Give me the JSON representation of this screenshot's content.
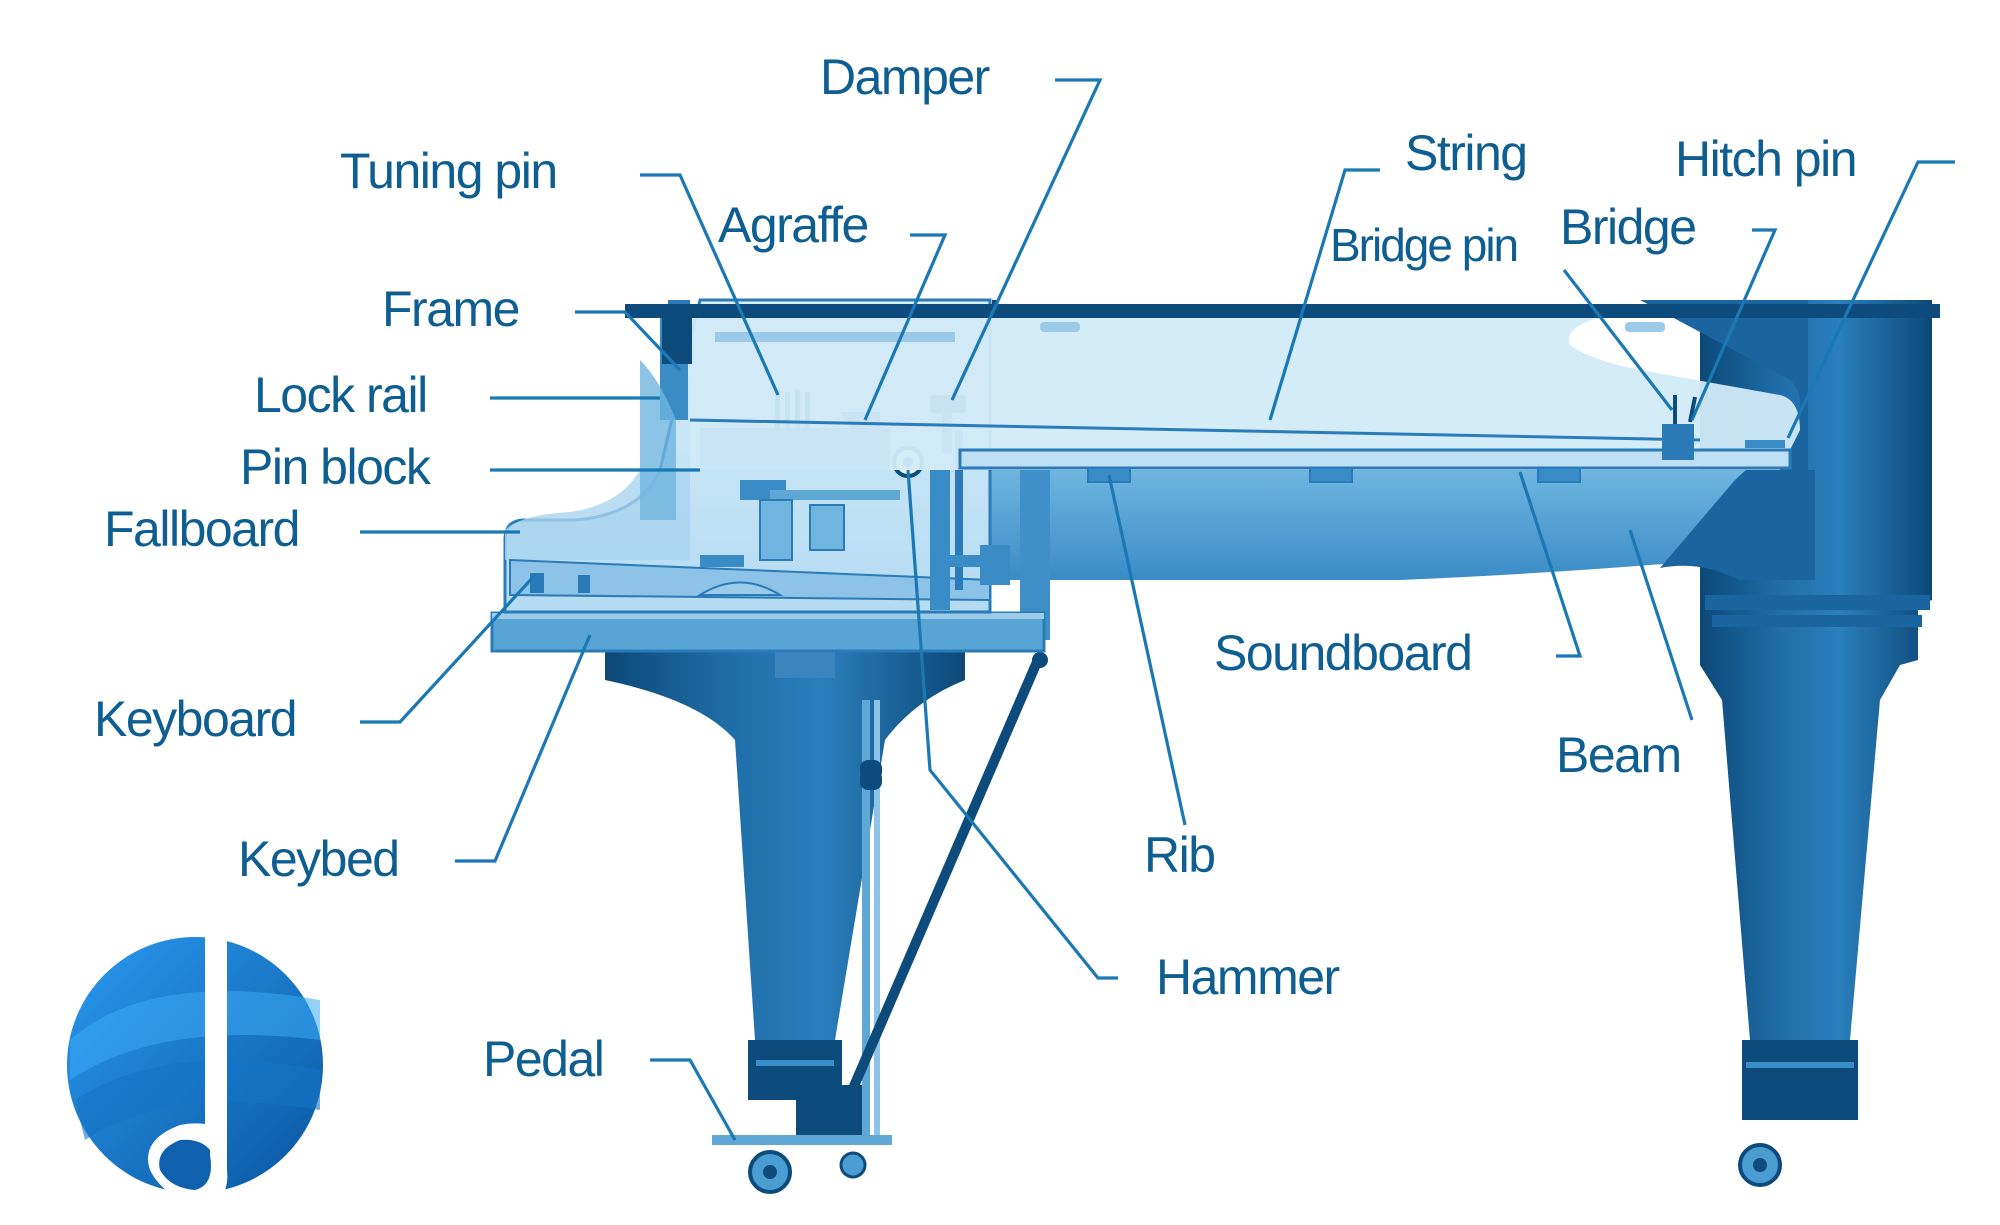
{
  "colors": {
    "label_text": "#0e5e92",
    "leader_line": "#1a78b4",
    "case_dark": "#0f5486",
    "case_mid": "#4a9dd0",
    "interior_light": "#cfe7f6",
    "logo_blue": "#1273c4"
  },
  "labels": {
    "damper": "Damper",
    "tuning_pin": "Tuning pin",
    "agraffe": "Agraffe",
    "frame": "Frame",
    "lock_rail": "Lock rail",
    "pin_block": "Pin block",
    "fallboard": "Fallboard",
    "keyboard": "Keyboard",
    "keybed": "Keybed",
    "pedal": "Pedal",
    "string": "String",
    "hitch_pin": "Hitch pin",
    "bridge_pin": "Bridge pin",
    "bridge": "Bridge",
    "soundboard": "Soundboard",
    "beam": "Beam",
    "rib": "Rib",
    "hammer": "Hammer"
  },
  "icons": {
    "logo": "music-note-circle-logo"
  }
}
